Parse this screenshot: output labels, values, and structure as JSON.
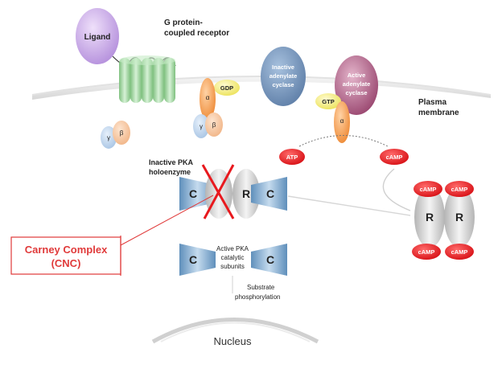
{
  "labels": {
    "ligand": "Ligand",
    "gpcr_line1": "G protein-",
    "gpcr_line2": "coupled receptor",
    "gdp": "GDP",
    "gtp": "GTP",
    "alpha": "α",
    "beta": "β",
    "gamma": "γ",
    "inactive_ac_line1": "Inactive",
    "inactive_ac_line2": "adenylate",
    "inactive_ac_line3": "cyclase",
    "active_ac_line1": "Active",
    "active_ac_line2": "adenylate",
    "active_ac_line3": "cyclase",
    "plasma_line1": "Plasma",
    "plasma_line2": "membrane",
    "atp": "ATP",
    "camp": "cAMP",
    "inactive_pka_line1": "Inactive PKA",
    "inactive_pka_line2": "holoenzyme",
    "c": "C",
    "r": "R",
    "active_pka_line1": "Active PKA",
    "active_pka_line2": "catalytic",
    "active_pka_line3": "subunits",
    "substrate_line1": "Substrate",
    "substrate_line2": "phosphorylation",
    "cnc_line1": "Carney Complex",
    "cnc_line2": "(CNC)",
    "nucleus": "Nucleus"
  },
  "colors": {
    "ligand": "#c9a6e8",
    "receptor": "#a8dca8",
    "alpha": "#f5a25a",
    "gdp": "#f3ec7a",
    "inactive_ac": "#7f9fc4",
    "active_ac": "#a8577e",
    "red_pill": "#e8191e",
    "catalytic": "#7aa4c8",
    "regulatory": "#d8d8d8",
    "cnc_red": "#e03a3a"
  }
}
